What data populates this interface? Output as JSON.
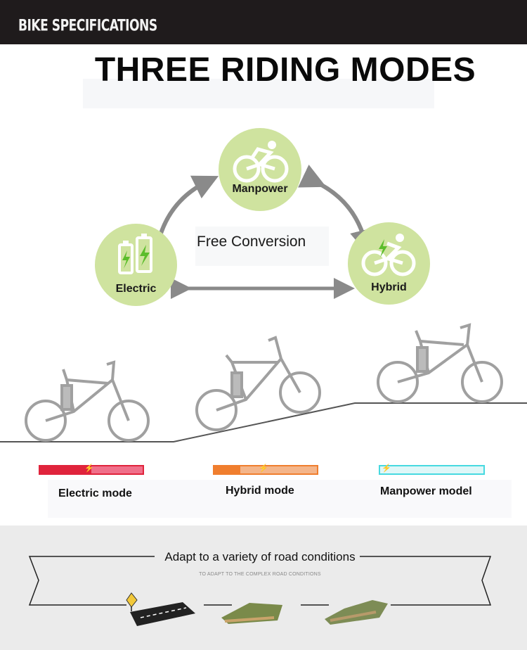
{
  "header": {
    "title": "BIKE SPECIFICATIONS"
  },
  "main_title": "THREE RIDING MODES",
  "center_text": "Free Conversion",
  "circles": {
    "manpower": "Manpower",
    "electric": "Electric",
    "hybrid": "Hybrid"
  },
  "modes": [
    {
      "label": "Electric mode",
      "level": 1.0,
      "color": "#e0243c",
      "light": "#f0708a"
    },
    {
      "label": "Hybrid mode",
      "level": 0.5,
      "color": "#f07e2e",
      "light": "#f4b58a"
    },
    {
      "label": "Manpower model",
      "level": 0.0,
      "color": "#47d9e0",
      "light": "#dff7f8"
    }
  ],
  "road": {
    "title": "Adapt to a variety of road conditions",
    "subtitle": "TO ADAPT TO THE COMPLEX ROAD CONDITIONS"
  },
  "colors": {
    "circle": "#cfe39f",
    "arrow": "#8c8c8c",
    "bike": "#9a9a9a"
  }
}
